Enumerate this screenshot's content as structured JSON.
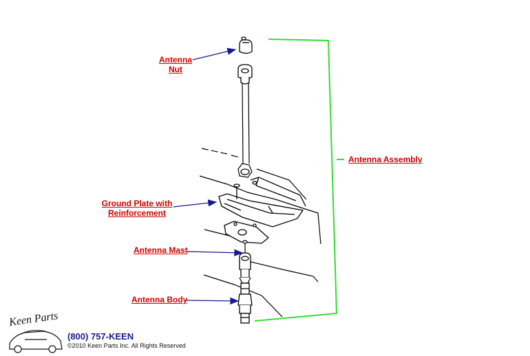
{
  "labels": {
    "antenna_nut_line1": "Antenna",
    "antenna_nut_line2": "Nut",
    "antenna_assembly": "Antenna Assembly",
    "ground_plate_line1": "Ground Plate with",
    "ground_plate_line2": "Reinforcement",
    "antenna_mast": "Antenna Mast",
    "antenna_body": "Antenna Body"
  },
  "footer": {
    "phone": "(800) 757-KEEN",
    "copyright": "©2010 Keen Parts Inc. All Rights Reserved"
  },
  "logo": {
    "text": "Keen Parts"
  },
  "colors": {
    "label_text": "#cc0000",
    "arrow": "#1a1a8c",
    "bracket": "#33dd33",
    "drawing": "#000000"
  }
}
